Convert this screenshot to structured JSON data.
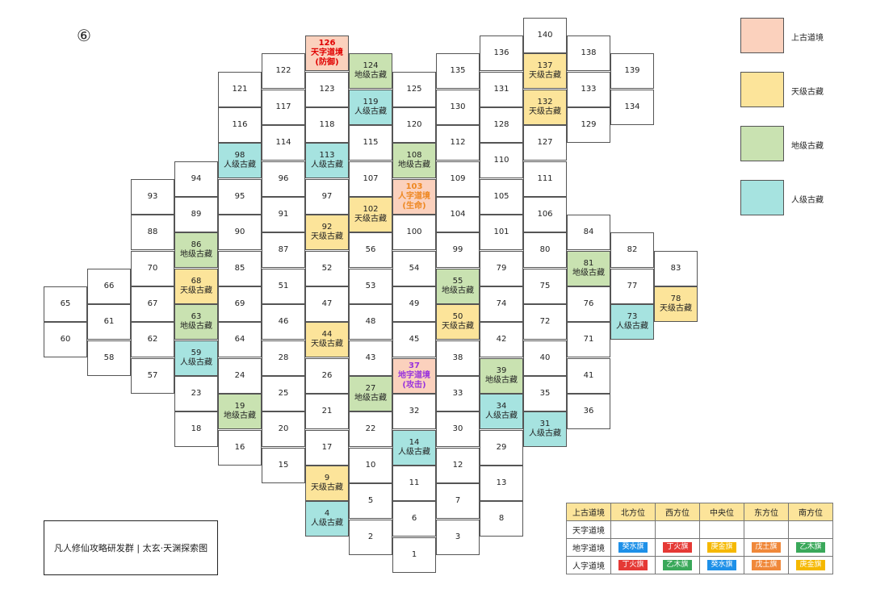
{
  "map_index": "⑥",
  "caption": "凡人修仙攻略研发群 | 太玄·天渊探索图",
  "legend": [
    {
      "type": "shang",
      "label": "上古道境",
      "color": "#fbd1bd"
    },
    {
      "type": "tian",
      "label": "天级古藏",
      "color": "#fce49a"
    },
    {
      "type": "di",
      "label": "地级古藏",
      "color": "#c9e2b1"
    },
    {
      "type": "ren",
      "label": "人级古藏",
      "color": "#a6e3e0"
    }
  ],
  "tiles": [
    {
      "n": "140",
      "c": 12,
      "r": 0
    },
    {
      "n": "136",
      "c": 11,
      "r": 1
    },
    {
      "n": "138",
      "c": 13,
      "r": 1
    },
    {
      "n": "126",
      "c": 7,
      "r": 1,
      "type": "shang",
      "line1": "天字道境",
      "line2": "(防御)",
      "style": "red"
    },
    {
      "n": "137",
      "c": 12,
      "r": 2,
      "type": "tian",
      "line1": "天级古藏"
    },
    {
      "n": "122",
      "c": 6,
      "r": 2
    },
    {
      "n": "124",
      "c": 8,
      "r": 2,
      "type": "di",
      "line1": "地级古藏"
    },
    {
      "n": "135",
      "c": 10,
      "r": 2
    },
    {
      "n": "139",
      "c": 14,
      "r": 2
    },
    {
      "n": "121",
      "c": 5,
      "r": 3
    },
    {
      "n": "123",
      "c": 7,
      "r": 3
    },
    {
      "n": "125",
      "c": 9,
      "r": 3
    },
    {
      "n": "131",
      "c": 11,
      "r": 3
    },
    {
      "n": "133",
      "c": 13,
      "r": 3
    },
    {
      "n": "117",
      "c": 6,
      "r": 4
    },
    {
      "n": "119",
      "c": 8,
      "r": 4,
      "type": "ren",
      "line1": "人级古藏"
    },
    {
      "n": "130",
      "c": 10,
      "r": 4
    },
    {
      "n": "132",
      "c": 12,
      "r": 4,
      "type": "tian",
      "line1": "天级古藏"
    },
    {
      "n": "134",
      "c": 14,
      "r": 4
    },
    {
      "n": "116",
      "c": 5,
      "r": 5
    },
    {
      "n": "118",
      "c": 7,
      "r": 5
    },
    {
      "n": "120",
      "c": 9,
      "r": 5
    },
    {
      "n": "128",
      "c": 11,
      "r": 5
    },
    {
      "n": "129",
      "c": 13,
      "r": 5
    },
    {
      "n": "114",
      "c": 6,
      "r": 6
    },
    {
      "n": "115",
      "c": 8,
      "r": 6
    },
    {
      "n": "112",
      "c": 10,
      "r": 6
    },
    {
      "n": "127",
      "c": 12,
      "r": 6
    },
    {
      "n": "98",
      "c": 5,
      "r": 7,
      "type": "ren",
      "line1": "人级古藏"
    },
    {
      "n": "113",
      "c": 7,
      "r": 7,
      "type": "ren",
      "line1": "人级古藏"
    },
    {
      "n": "108",
      "c": 9,
      "r": 7,
      "type": "di",
      "line1": "地级古藏"
    },
    {
      "n": "110",
      "c": 11,
      "r": 7
    },
    {
      "n": "94",
      "c": 4,
      "r": 8
    },
    {
      "n": "96",
      "c": 6,
      "r": 8
    },
    {
      "n": "107",
      "c": 8,
      "r": 8
    },
    {
      "n": "109",
      "c": 10,
      "r": 8
    },
    {
      "n": "111",
      "c": 12,
      "r": 8
    },
    {
      "n": "93",
      "c": 3,
      "r": 9
    },
    {
      "n": "95",
      "c": 5,
      "r": 9
    },
    {
      "n": "97",
      "c": 7,
      "r": 9
    },
    {
      "n": "103",
      "c": 9,
      "r": 9,
      "type": "shang",
      "line1": "人字道境",
      "line2": "(生命)",
      "style": "orange"
    },
    {
      "n": "105",
      "c": 11,
      "r": 9
    },
    {
      "n": "89",
      "c": 4,
      "r": 10
    },
    {
      "n": "91",
      "c": 6,
      "r": 10
    },
    {
      "n": "102",
      "c": 8,
      "r": 10,
      "type": "tian",
      "line1": "天级古藏"
    },
    {
      "n": "104",
      "c": 10,
      "r": 10
    },
    {
      "n": "106",
      "c": 12,
      "r": 10
    },
    {
      "n": "88",
      "c": 3,
      "r": 11
    },
    {
      "n": "90",
      "c": 5,
      "r": 11
    },
    {
      "n": "92",
      "c": 7,
      "r": 11,
      "type": "tian",
      "line1": "天级古藏"
    },
    {
      "n": "100",
      "c": 9,
      "r": 11
    },
    {
      "n": "101",
      "c": 11,
      "r": 11
    },
    {
      "n": "84",
      "c": 13,
      "r": 11
    },
    {
      "n": "86",
      "c": 4,
      "r": 12,
      "type": "di",
      "line1": "地级古藏"
    },
    {
      "n": "87",
      "c": 6,
      "r": 12
    },
    {
      "n": "56",
      "c": 8,
      "r": 12
    },
    {
      "n": "99",
      "c": 10,
      "r": 12
    },
    {
      "n": "80",
      "c": 12,
      "r": 12
    },
    {
      "n": "82",
      "c": 14,
      "r": 12
    },
    {
      "n": "70",
      "c": 3,
      "r": 13
    },
    {
      "n": "85",
      "c": 5,
      "r": 13
    },
    {
      "n": "52",
      "c": 7,
      "r": 13
    },
    {
      "n": "54",
      "c": 9,
      "r": 13
    },
    {
      "n": "79",
      "c": 11,
      "r": 13
    },
    {
      "n": "81",
      "c": 13,
      "r": 13,
      "type": "di",
      "line1": "地级古藏"
    },
    {
      "n": "83",
      "c": 15,
      "r": 13
    },
    {
      "n": "66",
      "c": 2,
      "r": 14
    },
    {
      "n": "68",
      "c": 4,
      "r": 14,
      "type": "tian",
      "line1": "天级古藏"
    },
    {
      "n": "51",
      "c": 6,
      "r": 14
    },
    {
      "n": "53",
      "c": 8,
      "r": 14
    },
    {
      "n": "55",
      "c": 10,
      "r": 14,
      "type": "di",
      "line1": "地级古藏"
    },
    {
      "n": "75",
      "c": 12,
      "r": 14
    },
    {
      "n": "77",
      "c": 14,
      "r": 14
    },
    {
      "n": "65",
      "c": 1,
      "r": 15
    },
    {
      "n": "67",
      "c": 3,
      "r": 15
    },
    {
      "n": "69",
      "c": 5,
      "r": 15
    },
    {
      "n": "47",
      "c": 7,
      "r": 15
    },
    {
      "n": "49",
      "c": 9,
      "r": 15
    },
    {
      "n": "74",
      "c": 11,
      "r": 15
    },
    {
      "n": "76",
      "c": 13,
      "r": 15
    },
    {
      "n": "78",
      "c": 15,
      "r": 15,
      "type": "tian",
      "line1": "天级古藏"
    },
    {
      "n": "61",
      "c": 2,
      "r": 16
    },
    {
      "n": "63",
      "c": 4,
      "r": 16,
      "type": "di",
      "line1": "地级古藏"
    },
    {
      "n": "46",
      "c": 6,
      "r": 16
    },
    {
      "n": "48",
      "c": 8,
      "r": 16
    },
    {
      "n": "50",
      "c": 10,
      "r": 16,
      "type": "tian",
      "line1": "天级古藏"
    },
    {
      "n": "72",
      "c": 12,
      "r": 16
    },
    {
      "n": "73",
      "c": 14,
      "r": 16,
      "type": "ren",
      "line1": "人级古藏"
    },
    {
      "n": "60",
      "c": 1,
      "r": 17
    },
    {
      "n": "62",
      "c": 3,
      "r": 17
    },
    {
      "n": "64",
      "c": 5,
      "r": 17
    },
    {
      "n": "44",
      "c": 7,
      "r": 17,
      "type": "tian",
      "line1": "天级古藏"
    },
    {
      "n": "45",
      "c": 9,
      "r": 17
    },
    {
      "n": "42",
      "c": 11,
      "r": 17
    },
    {
      "n": "71",
      "c": 13,
      "r": 17
    },
    {
      "n": "58",
      "c": 2,
      "r": 18
    },
    {
      "n": "59",
      "c": 4,
      "r": 18,
      "type": "ren",
      "line1": "人级古藏"
    },
    {
      "n": "28",
      "c": 6,
      "r": 18
    },
    {
      "n": "43",
      "c": 8,
      "r": 18
    },
    {
      "n": "38",
      "c": 10,
      "r": 18
    },
    {
      "n": "40",
      "c": 12,
      "r": 18
    },
    {
      "n": "57",
      "c": 3,
      "r": 19
    },
    {
      "n": "24",
      "c": 5,
      "r": 19
    },
    {
      "n": "26",
      "c": 7,
      "r": 19
    },
    {
      "n": "37",
      "c": 9,
      "r": 19,
      "type": "shang",
      "line1": "地字道境",
      "line2": "(攻击)",
      "style": "purple"
    },
    {
      "n": "39",
      "c": 11,
      "r": 19,
      "type": "di",
      "line1": "地级古藏"
    },
    {
      "n": "41",
      "c": 13,
      "r": 19
    },
    {
      "n": "23",
      "c": 4,
      "r": 20
    },
    {
      "n": "25",
      "c": 6,
      "r": 20
    },
    {
      "n": "27",
      "c": 8,
      "r": 20,
      "type": "di",
      "line1": "地级古藏"
    },
    {
      "n": "33",
      "c": 10,
      "r": 20
    },
    {
      "n": "35",
      "c": 12,
      "r": 20
    },
    {
      "n": "19",
      "c": 5,
      "r": 21,
      "type": "di",
      "line1": "地级古藏"
    },
    {
      "n": "21",
      "c": 7,
      "r": 21
    },
    {
      "n": "32",
      "c": 9,
      "r": 21
    },
    {
      "n": "34",
      "c": 11,
      "r": 21,
      "type": "ren",
      "line1": "人级古藏"
    },
    {
      "n": "36",
      "c": 13,
      "r": 21
    },
    {
      "n": "18",
      "c": 4,
      "r": 22
    },
    {
      "n": "20",
      "c": 6,
      "r": 22
    },
    {
      "n": "22",
      "c": 8,
      "r": 22
    },
    {
      "n": "30",
      "c": 10,
      "r": 22
    },
    {
      "n": "31",
      "c": 12,
      "r": 22,
      "type": "ren",
      "line1": "人级古藏"
    },
    {
      "n": "16",
      "c": 5,
      "r": 23
    },
    {
      "n": "17",
      "c": 7,
      "r": 23
    },
    {
      "n": "14",
      "c": 9,
      "r": 23,
      "type": "ren",
      "line1": "人级古藏"
    },
    {
      "n": "29",
      "c": 11,
      "r": 23
    },
    {
      "n": "15",
      "c": 6,
      "r": 24
    },
    {
      "n": "10",
      "c": 8,
      "r": 24
    },
    {
      "n": "12",
      "c": 10,
      "r": 24
    },
    {
      "n": "9",
      "c": 7,
      "r": 25,
      "type": "tian",
      "line1": "天级古藏"
    },
    {
      "n": "11",
      "c": 9,
      "r": 25
    },
    {
      "n": "13",
      "c": 11,
      "r": 25
    },
    {
      "n": "5",
      "c": 8,
      "r": 26
    },
    {
      "n": "7",
      "c": 10,
      "r": 26
    },
    {
      "n": "4",
      "c": 7,
      "r": 27,
      "type": "ren",
      "line1": "人级古藏"
    },
    {
      "n": "6",
      "c": 9,
      "r": 27
    },
    {
      "n": "8",
      "c": 11,
      "r": 27
    },
    {
      "n": "2",
      "c": 8,
      "r": 28
    },
    {
      "n": "3",
      "c": 10,
      "r": 28
    },
    {
      "n": "1",
      "c": 9,
      "r": 29
    }
  ],
  "flag_table": {
    "header": [
      "上古道境",
      "北方位",
      "西方位",
      "中央位",
      "东方位",
      "南方位"
    ],
    "rows": [
      {
        "name": "天字道境",
        "flags": []
      },
      {
        "name": "地字道境",
        "flags": [
          {
            "label": "癸水旗",
            "color": "#1e90e8"
          },
          {
            "label": "丁火旗",
            "color": "#e53935"
          },
          {
            "label": "庚金旗",
            "color": "#f5b800"
          },
          {
            "label": "戊土旗",
            "color": "#f0883a"
          },
          {
            "label": "乙木旗",
            "color": "#3aa85a"
          }
        ]
      },
      {
        "name": "人字道境",
        "flags": [
          {
            "label": "丁火旗",
            "color": "#e53935"
          },
          {
            "label": "乙木旗",
            "color": "#3aa85a"
          },
          {
            "label": "癸水旗",
            "color": "#1e90e8"
          },
          {
            "label": "戊土旗",
            "color": "#f0883a"
          },
          {
            "label": "庚金旗",
            "color": "#f5b800"
          }
        ]
      }
    ]
  }
}
